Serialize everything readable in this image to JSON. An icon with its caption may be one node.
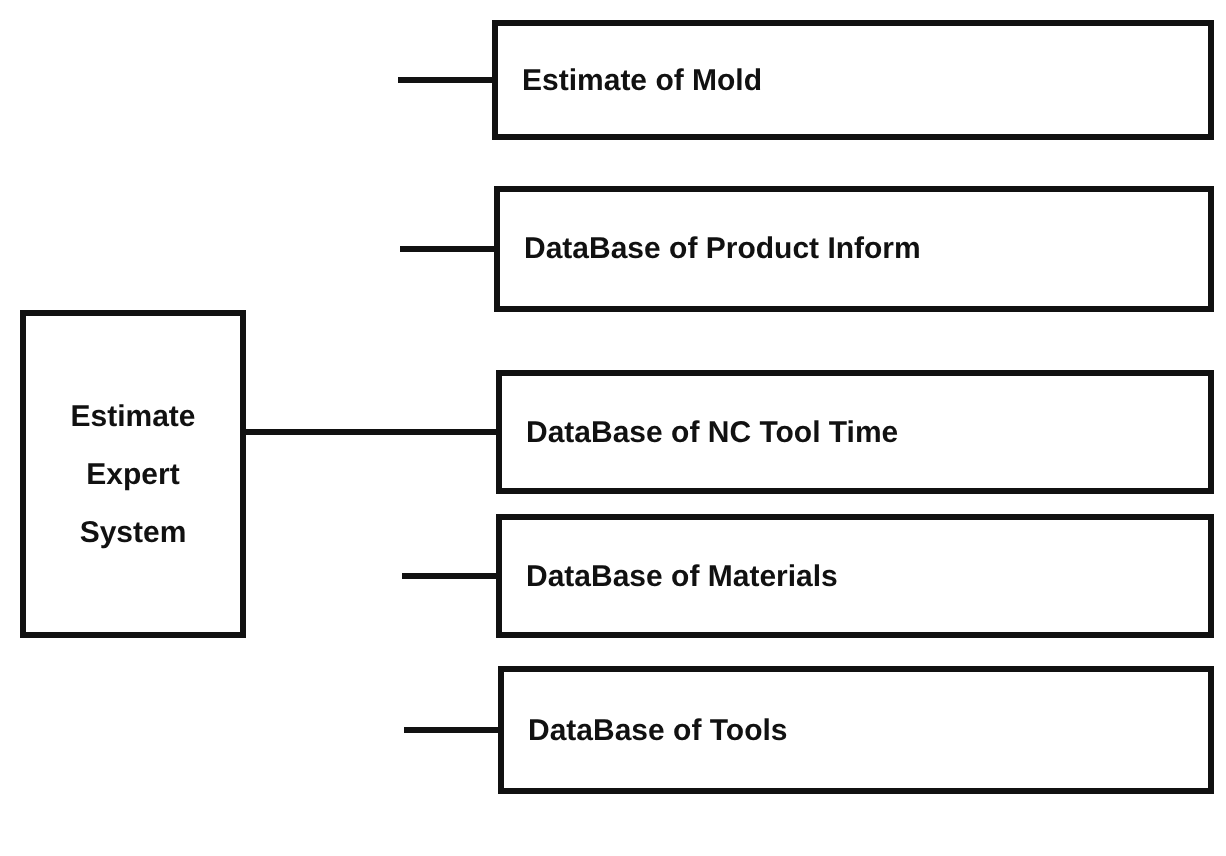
{
  "diagram": {
    "nodes": [
      {
        "text": [
          "Estimate Expert System"
        ]
      },
      {
        "text": [
          "Estimate of Mold"
        ]
      },
      {
        "text": [
          "DataBase of Product Inform"
        ]
      },
      {
        "text": [
          "DataBase of NC Tool Time"
        ]
      },
      {
        "text": [
          "DataBase of Materials"
        ]
      },
      {
        "text": [
          "DataBase of Tools"
        ]
      }
    ],
    "edges": [
      {
        "from": null,
        "to": 1,
        "arrow": "none"
      },
      {
        "from": null,
        "to": 2,
        "arrow": "none"
      },
      {
        "from": 0,
        "to": 3,
        "arrow": "none"
      },
      {
        "from": null,
        "to": 4,
        "arrow": "none"
      },
      {
        "from": null,
        "to": 5,
        "arrow": "none"
      }
    ]
  }
}
